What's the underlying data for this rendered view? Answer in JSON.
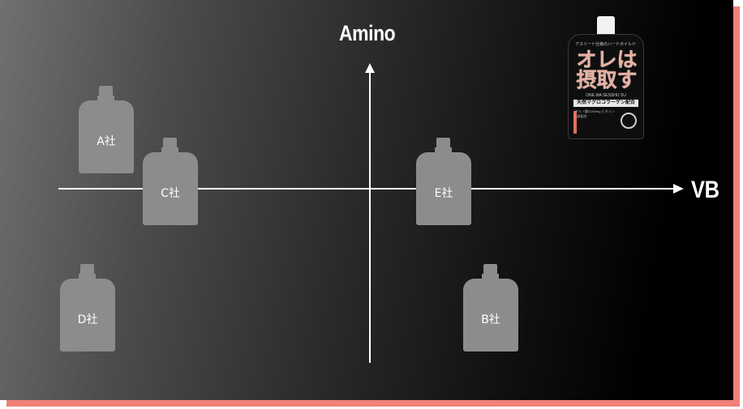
{
  "axes": {
    "y_label": "Amino",
    "x_label": "VB"
  },
  "competitors": [
    {
      "name": "A社",
      "id": "a"
    },
    {
      "name": "C社",
      "id": "c"
    },
    {
      "name": "E社",
      "id": "e"
    },
    {
      "name": "D社",
      "id": "d"
    },
    {
      "name": "B社",
      "id": "b"
    }
  ],
  "product": {
    "tagline": "アスリート仕様のハードボイルドゼリー飲料",
    "name": "オレは摂取す",
    "subname": "ONE MA SESSHU SU",
    "band": "天然マグロコラーゲン配合",
    "info": "アミノ酸3,000mg ビタミンB群配合"
  },
  "colors": {
    "accent": "#f08078",
    "pouch": "#8c8c8c",
    "axis": "#ffffff"
  }
}
